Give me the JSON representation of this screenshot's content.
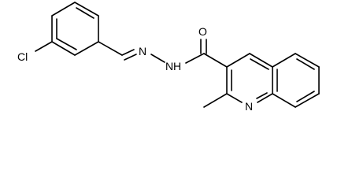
{
  "molecule": {
    "atoms": {
      "cl": "Cl",
      "imine_n": "N",
      "hydrazide_n": "N",
      "hydrazide_h": "H",
      "carbonyl_o": "O",
      "quinoline_n": "N"
    }
  },
  "colors": {
    "bond": "#000000",
    "label": "#000000",
    "background": "#ffffff"
  }
}
